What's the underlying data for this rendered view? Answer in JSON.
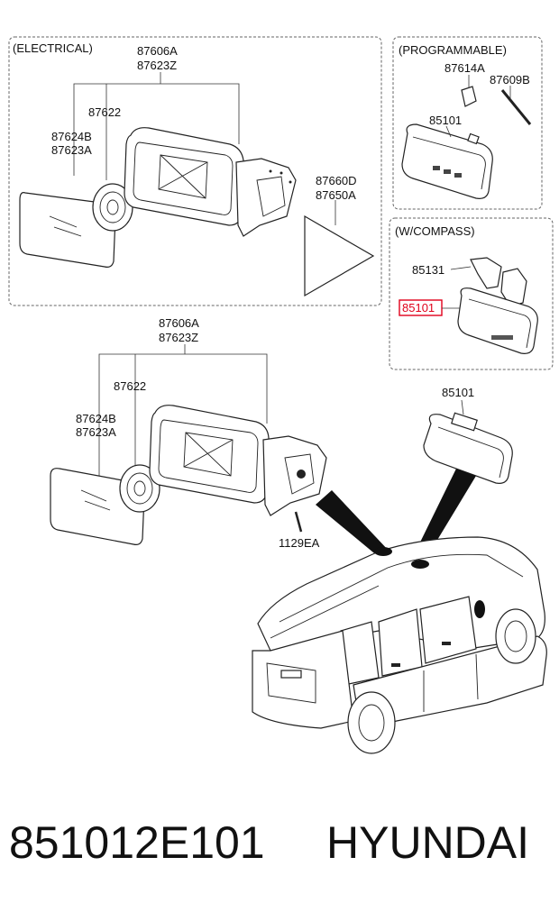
{
  "sections": {
    "electrical": "(ELECTRICAL)",
    "programmable": "(PROGRAMMABLE)",
    "compass": "(W/COMPASS)"
  },
  "labels": {
    "e_87606a": "87606A",
    "e_87623z": "87623Z",
    "e_87622": "87622",
    "e_87624b": "87624B",
    "e_87623a": "87623A",
    "e_87660d": "87660D",
    "e_87650a": "87650A",
    "p_87614a": "87614A",
    "p_87609b": "87609B",
    "p_85101": "85101",
    "c_85131": "85131",
    "c_85101": "85101",
    "m_87606a": "87606A",
    "m_87623z": "87623Z",
    "m_87622": "87622",
    "m_87624b": "87624B",
    "m_87623a": "87623A",
    "m_1129ea": "1129EA",
    "r_85101": "85101"
  },
  "footer": {
    "part_number": "851012E101",
    "brand": "HYUNDAI"
  },
  "colors": {
    "highlight": "#e0001b",
    "line": "#222222"
  }
}
